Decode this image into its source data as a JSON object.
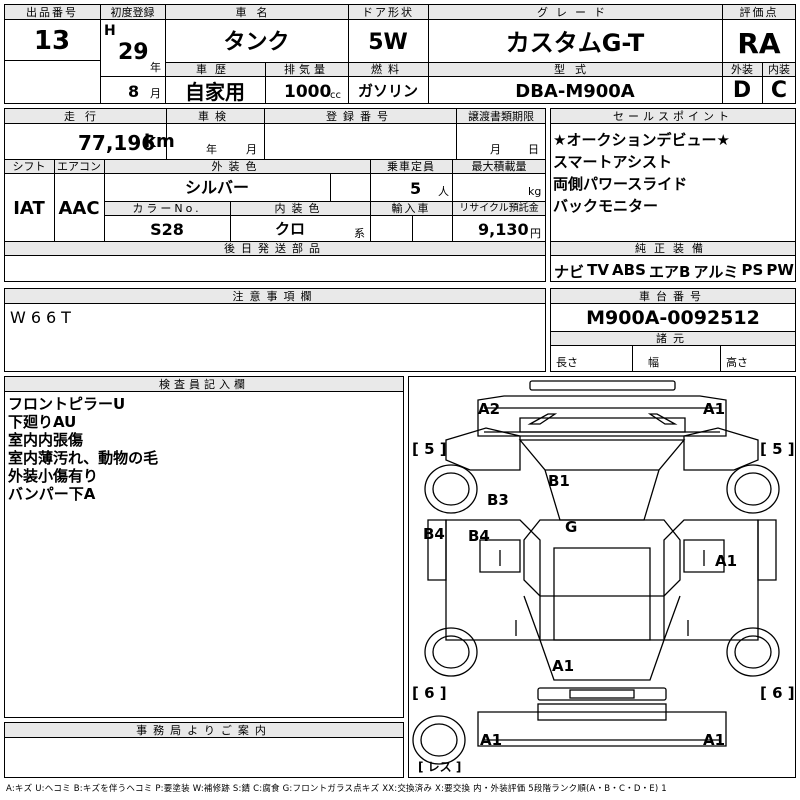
{
  "header_labels": {
    "lot_no": "出品番号",
    "first_reg": "初度登録",
    "car_name": "車名",
    "door": "ドア形状",
    "grade": "グレード",
    "rating": "評価点",
    "history": "車歴",
    "displacement": "排気量",
    "fuel": "燃料",
    "model_code": "型式",
    "exterior": "外装",
    "interior": "内装",
    "mileage": "走行",
    "inspection": "車検",
    "reg_no": "登録番号",
    "transfer_deadline": "譲渡書類期限",
    "sales_points": "セールスポイント",
    "shift": "シフト",
    "aircon": "エアコン",
    "ext_color": "外装色",
    "capacity": "乗車定員",
    "max_load": "最大積載量",
    "color_no": "カラーNo.",
    "int_color": "内装色",
    "import": "輸入車",
    "recycle": "リサイクル預託金",
    "later_parts": "後日発送部品",
    "equipment": "純正装備",
    "notes": "注意事項欄",
    "chassis": "車台番号",
    "specs": "諸元",
    "inspector": "検査員記入欄",
    "office": "事務局よりご案内"
  },
  "vehicle": {
    "lot_no": "13",
    "era": "H",
    "year": "29",
    "year_unit": "年",
    "month": "8",
    "month_unit": "月",
    "name": "タンク",
    "door": "5W",
    "grade": "カスタムG-T",
    "rating": "RA",
    "history": "自家用",
    "displacement": "1000",
    "cc_unit": "cc",
    "fuel": "ガソリン",
    "model_code": "DBA-M900A",
    "exterior_score": "D",
    "interior_score": "C",
    "mileage": "77,196",
    "mileage_unit": "km",
    "insp_year_unit": "年",
    "insp_month_unit": "月",
    "deadline_month_unit": "月",
    "deadline_day_unit": "日",
    "shift": "IAT",
    "aircon": "AAC",
    "ext_color": "シルバー",
    "capacity": "5",
    "capacity_unit": "人",
    "load_unit": "kg",
    "color_no": "S28",
    "int_color": "クロ",
    "int_color_unit": "系",
    "recycle_fee": "9,130",
    "recycle_unit": "円",
    "chassis_no": "M900A-0092512",
    "length_label": "長さ",
    "width_label": "幅",
    "height_label": "高さ"
  },
  "sales_points": [
    "★オークションデビュー★",
    "スマートアシスト",
    "両側パワースライド",
    "バックモニター"
  ],
  "equipment": [
    "ナビ",
    "TV",
    "ABS",
    "エアB",
    "アルミ",
    "PS",
    "PW"
  ],
  "notes": "W66T",
  "inspector_notes": [
    "フロントピラーU",
    "下廻りAU",
    "室内内張傷",
    "室内薄汚れ、動物の毛",
    "外装小傷有り",
    "バンパー下A"
  ],
  "diagram_labels": {
    "front_left": "A2",
    "front_right": "A1",
    "left_front_wheel": "[ 5 ]",
    "right_front_wheel": "[ 5 ]",
    "hood": "B1",
    "left_fender": "B3",
    "left_rocker": "B4",
    "left_door": "B4",
    "roof": "G",
    "right_door": "A1",
    "rear_hatch": "A1",
    "left_rear_wheel": "[ 6 ]",
    "right_rear_wheel": "[ 6 ]",
    "rear_left": "A1",
    "rear_right": "A1",
    "spare": "[ レス ]"
  },
  "legend": "A:キズ U:ヘコミ B:キズを伴うヘコミ P:要塗装 W:補修跡 S:錆 C:腐食 G:フロントガラス点キズ XX:交換済み X:要交換  内・外装評価 5段階ランク順(A・B・C・D・E) 1"
}
